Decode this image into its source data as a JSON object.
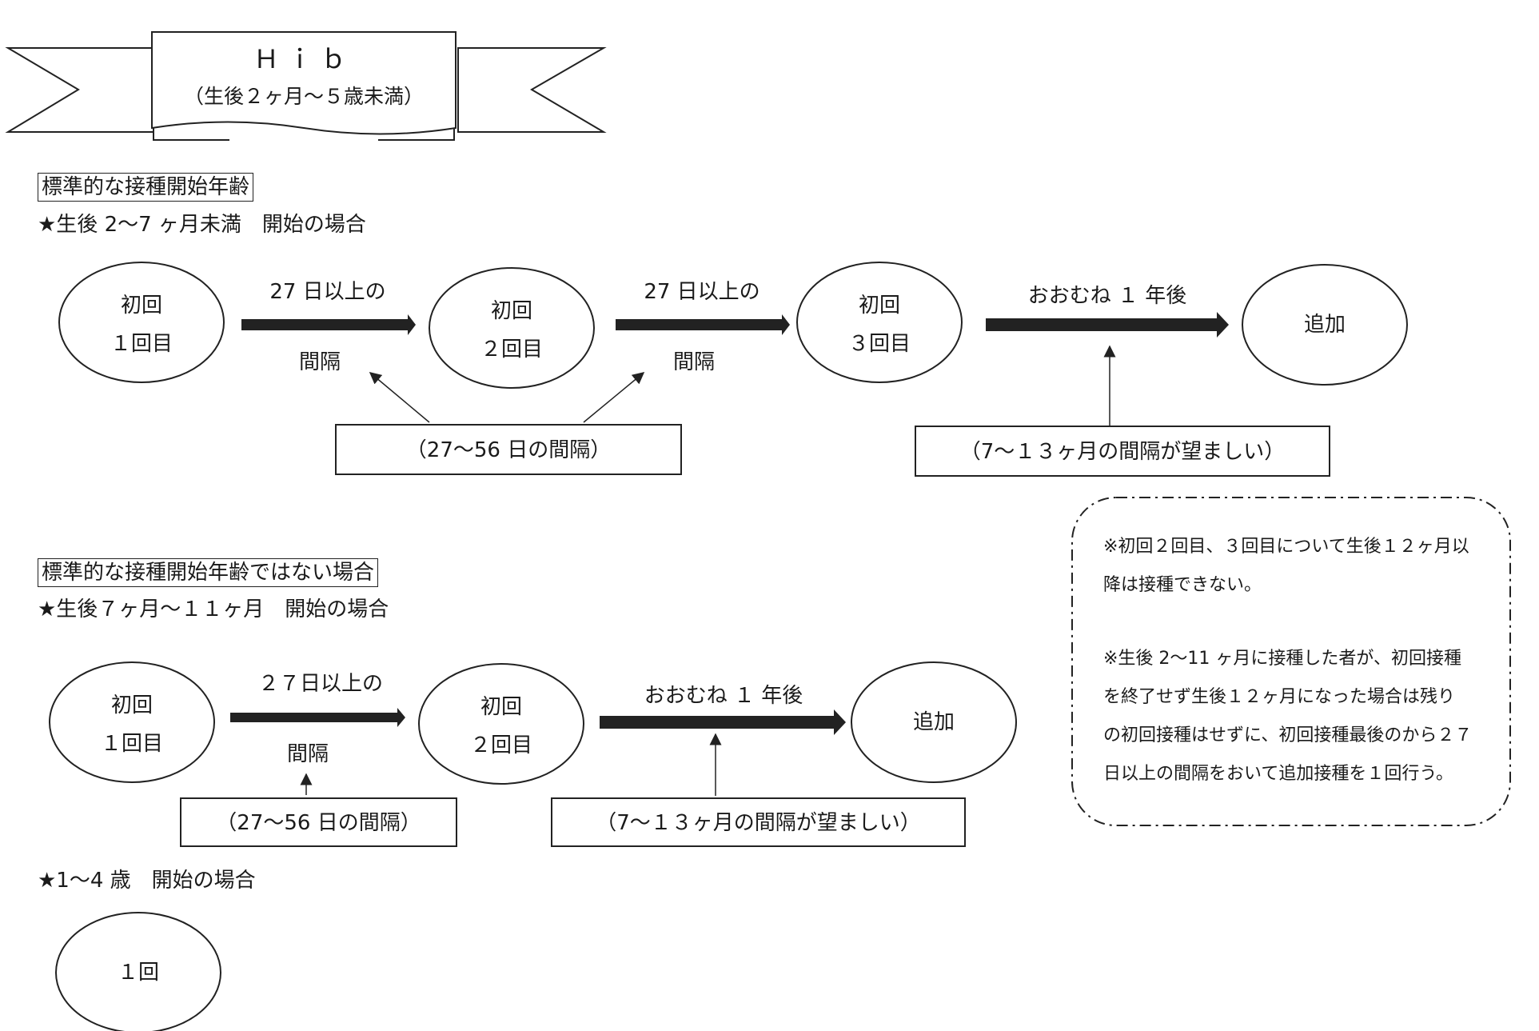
{
  "banner": {
    "title": "Ｈｉｂ",
    "subtitle": "（生後２ヶ月～５歳未満）"
  },
  "section1": {
    "heading": "標準的な接種開始年齢",
    "case": "★生後 2～7 ヶ月未満　開始の場合",
    "nodes": [
      {
        "line1": "初回",
        "line2": "１回目"
      },
      {
        "line1": "初回",
        "line2": "２回目"
      },
      {
        "line1": "初回",
        "line2": "３回目"
      },
      {
        "line1": "追加",
        "line2": ""
      }
    ],
    "arrows": [
      {
        "top": "27 日以上の",
        "bottom": "間隔"
      },
      {
        "top": "27 日以上の",
        "bottom": "間隔"
      },
      {
        "top": "おおむね １ 年後",
        "bottom": ""
      }
    ],
    "boxes": [
      "（27～56 日の間隔）",
      "（7～１３ヶ月の間隔が望ましい）"
    ]
  },
  "section2": {
    "heading": "標準的な接種開始年齢ではない場合",
    "case": "★生後７ヶ月～１１ヶ月　開始の場合",
    "nodes": [
      {
        "line1": "初回",
        "line2": "１回目"
      },
      {
        "line1": "初回",
        "line2": "２回目"
      },
      {
        "line1": "追加",
        "line2": ""
      }
    ],
    "arrows": [
      {
        "top": "２７日以上の",
        "bottom": "間隔"
      },
      {
        "top": "おおむね １ 年後",
        "bottom": ""
      }
    ],
    "boxes": [
      "（27～56 日の間隔）",
      "（7～１３ヶ月の間隔が望ましい）"
    ]
  },
  "section3": {
    "case": "★1～4 歳　開始の場合",
    "node": "１回"
  },
  "notes": {
    "note1_line1": "※初回２回目、３回目について生後１２ヶ月以",
    "note1_line2": "降は接種できない。",
    "note2_line1": "※生後 2～11 ヶ月に接種した者が、初回接種",
    "note2_line2": "を終了せず生後１２ヶ月になった場合は残り",
    "note2_line3": "の初回接種はせずに、初回接種最後のから２７",
    "note2_line4": "日以上の間隔をおいて追加接種を１回行う。"
  }
}
